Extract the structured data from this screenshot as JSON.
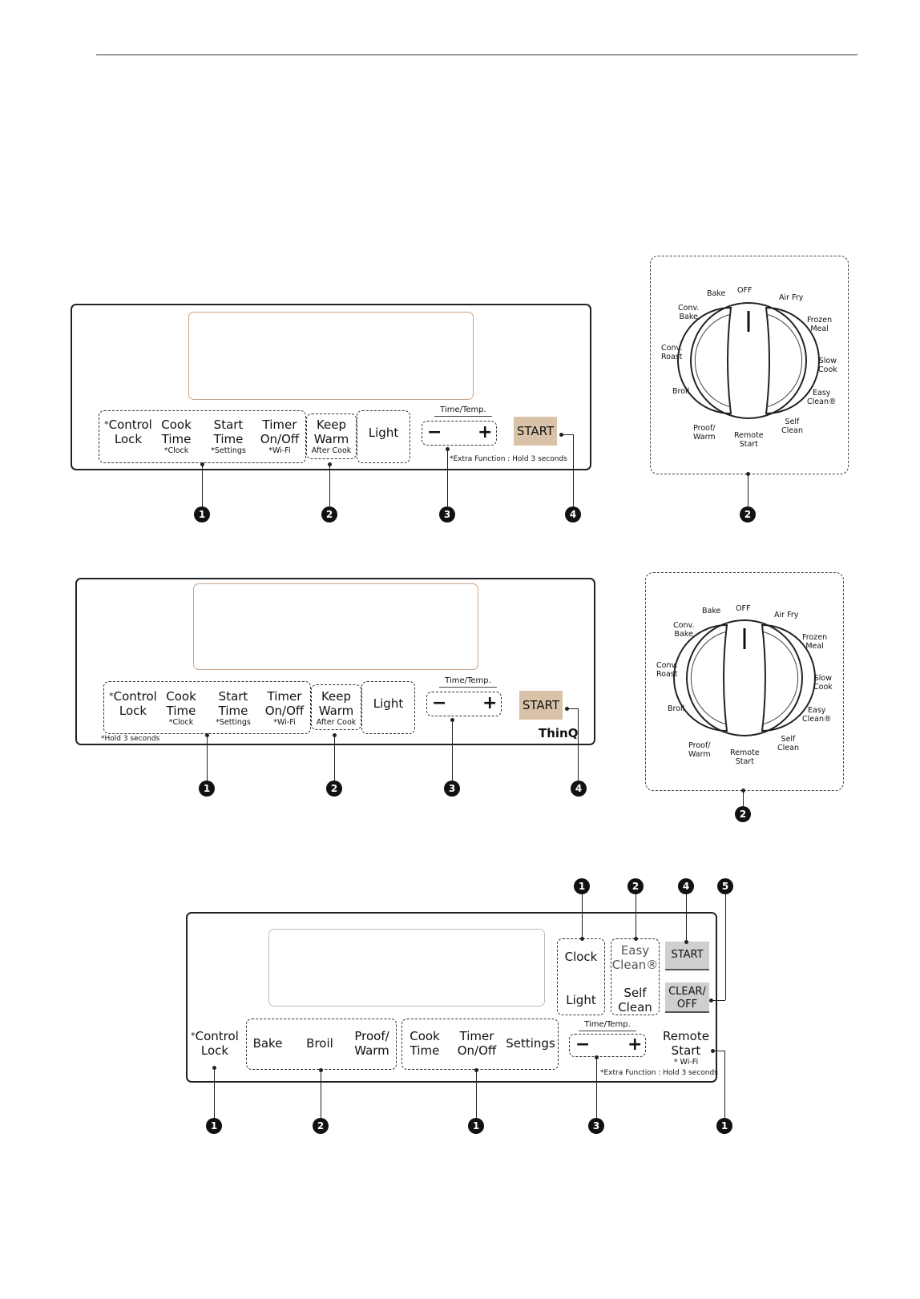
{
  "panels": {
    "p1": {
      "buttons": {
        "control_lock_star": "*",
        "control_lock_a": "Control",
        "control_lock_b": "Lock",
        "cook_time_a": "Cook",
        "cook_time_b": "Time",
        "cook_time_sub": "*Clock",
        "start_time_a": "Start",
        "start_time_b": "Time",
        "start_time_sub": "*Settings",
        "timer_a": "Timer",
        "timer_b": "On/Off",
        "timer_sub": "*Wi-Fi",
        "keep_warm_a": "Keep",
        "keep_warm_b": "Warm",
        "keep_warm_sub": "After Cook",
        "light": "Light",
        "time_temp": "Time/Temp.",
        "minus": "−",
        "plus": "+",
        "start": "START",
        "extra_note": "*Extra Function : Hold 3 seconds"
      },
      "callouts": [
        "1",
        "2",
        "3",
        "4"
      ]
    },
    "p2": {
      "buttons": {
        "hold_note": "*Hold 3 seconds",
        "thinq": "ThinQ"
      },
      "callouts": [
        "1",
        "2",
        "3",
        "4"
      ]
    },
    "p3": {
      "buttons": {
        "clock": "Clock",
        "light": "Light",
        "easy_a": "Easy",
        "easy_b": "Clean®",
        "self_a": "Self",
        "self_b": "Clean",
        "start": "START",
        "clear_a": "CLEAR/",
        "clear_b": "OFF",
        "control_star": "*",
        "control_a": "Control",
        "control_b": "Lock",
        "bake": "Bake",
        "broil": "Broil",
        "proof_a": "Proof/",
        "proof_b": "Warm",
        "cook_a": "Cook",
        "cook_b": "Time",
        "timer_a": "Timer",
        "timer_b": "On/Off",
        "settings": "Settings",
        "time_temp": "Time/Temp.",
        "minus": "−",
        "plus": "+",
        "remote_a": "Remote",
        "remote_b": "Start",
        "remote_sub": "* Wi-Fi",
        "extra_note": "*Extra Function : Hold 3 seconds"
      },
      "callouts_top": [
        "1",
        "2",
        "4",
        "5"
      ],
      "callouts_bottom": [
        "1",
        "2",
        "1",
        "3",
        "1"
      ]
    }
  },
  "knob": {
    "labels": {
      "off": "OFF",
      "bake": "Bake",
      "conv_bake_a": "Conv.",
      "conv_bake_b": "Bake",
      "conv_roast_a": "Conv.",
      "conv_roast_b": "Roast",
      "broil": "Broil",
      "proof_a": "Proof/",
      "proof_b": "Warm",
      "remote_a": "Remote",
      "remote_b": "Start",
      "self_a": "Self",
      "self_b": "Clean",
      "easy_a": "Easy",
      "easy_b": "Clean®",
      "slow_a": "Slow",
      "slow_b": "Cook",
      "frozen_a": "Frozen",
      "frozen_b": "Meal",
      "air_fry": "Air Fry"
    },
    "callout": "2"
  },
  "colors": {
    "display_border": "#c8a58a",
    "start_button": "#d9c3a8",
    "grey_button": "#cfcfcf"
  }
}
